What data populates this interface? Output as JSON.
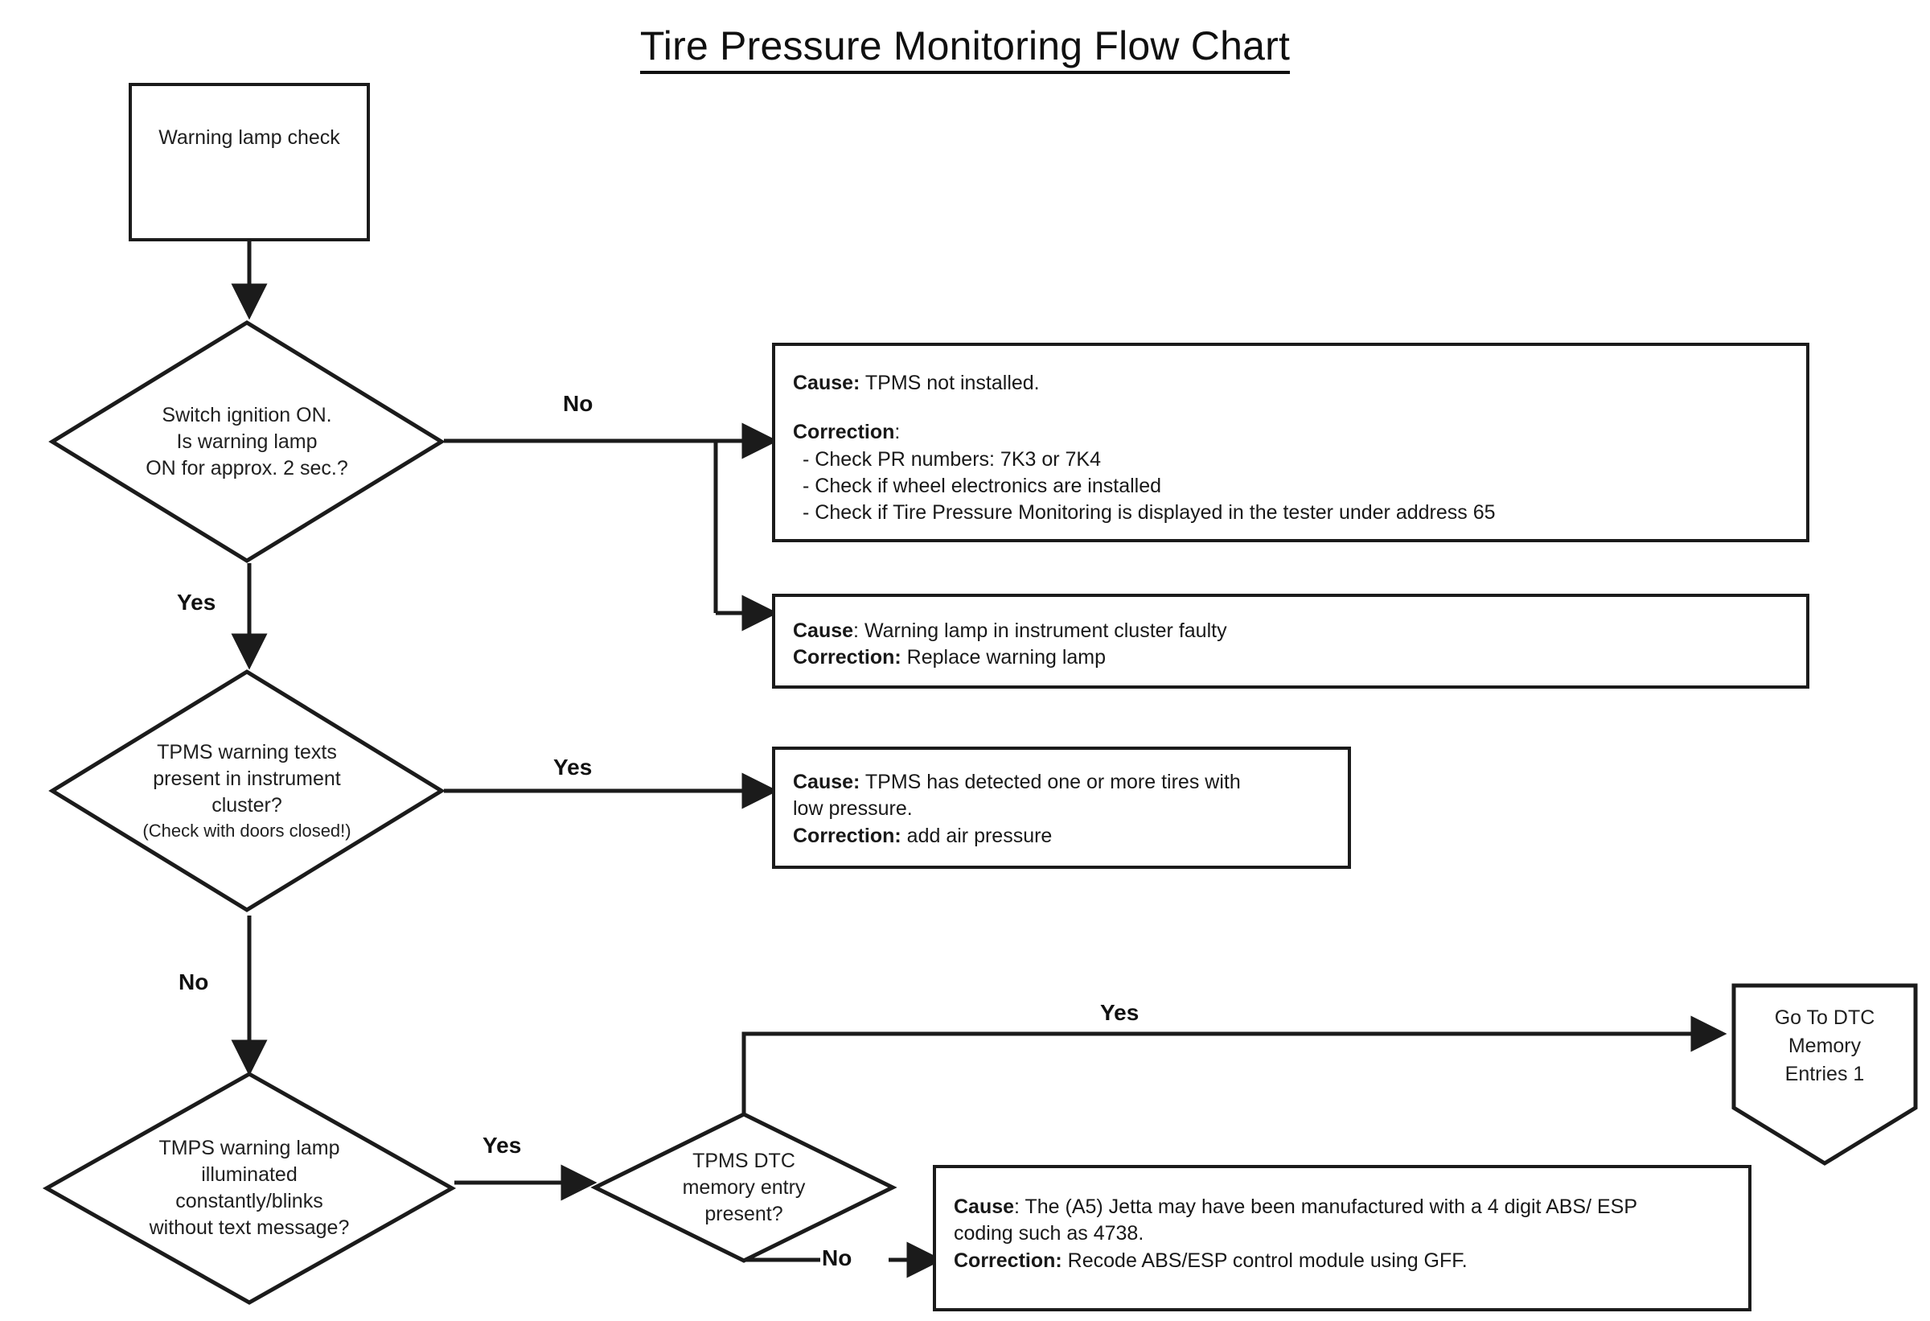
{
  "title": "Tire Pressure Monitoring Flow Chart",
  "nodes": {
    "start": {
      "label": "Warning lamp check"
    },
    "decision_ignition": {
      "line1": "Switch ignition ON.",
      "line2": "Is warning lamp",
      "line3": "ON for approx. 2 sec.?"
    },
    "decision_warning_texts": {
      "line1": "TPMS warning texts",
      "line2": "present in instrument",
      "line3": "cluster?",
      "line4": "(Check with doors closed!)"
    },
    "decision_lamp_no_text": {
      "line1": "TMPS warning lamp",
      "line2": "illuminated",
      "line3": "constantly/blinks",
      "line4": "without text message?"
    },
    "decision_dtc_memory": {
      "line1": "TPMS DTC",
      "line2": "memory entry",
      "line3": "present?"
    },
    "goto_dtc": {
      "line1": "Go To DTC",
      "line2": "Memory",
      "line3": "Entries 1"
    }
  },
  "panels": {
    "tpms_not_installed": {
      "cause_label": "Cause:",
      "cause_text": " TPMS not installed.",
      "correction_label": "Correction",
      "correction_text": ":",
      "bullets": [
        "- Check PR numbers: 7K3 or 7K4",
        "- Check if wheel electronics are installed",
        "- Check if Tire Pressure Monitoring is displayed in the tester under address 65"
      ]
    },
    "lamp_faulty": {
      "cause_label": "Cause",
      "cause_text": ": Warning lamp in instrument cluster faulty",
      "correction_label": "Correction:",
      "correction_text": " Replace warning lamp"
    },
    "low_pressure": {
      "cause_label": "Cause:",
      "cause_text": " TPMS has detected one or more tires with",
      "cause_text_line2": "low pressure.",
      "correction_label": "Correction:",
      "correction_text": " add air pressure"
    },
    "abs_esp_coding": {
      "cause_label": "Cause",
      "cause_text": ": The (A5) Jetta may have been manufactured with a 4 digit ABS/ ESP",
      "cause_text_line2": "coding such as 4738.",
      "correction_label": "Correction:",
      "correction_text": " Recode ABS/ESP control module using GFF."
    }
  },
  "edges": {
    "ignition_no": "No",
    "ignition_yes": "Yes",
    "warning_texts_yes": "Yes",
    "warning_texts_no": "No",
    "lamp_no_text_yes": "Yes",
    "dtc_yes": "Yes",
    "dtc_no": "No"
  },
  "watermark": {
    "text": ""
  },
  "colors": {
    "stroke": "#1b1b1b",
    "text": "#181818",
    "background": "#ffffff"
  }
}
